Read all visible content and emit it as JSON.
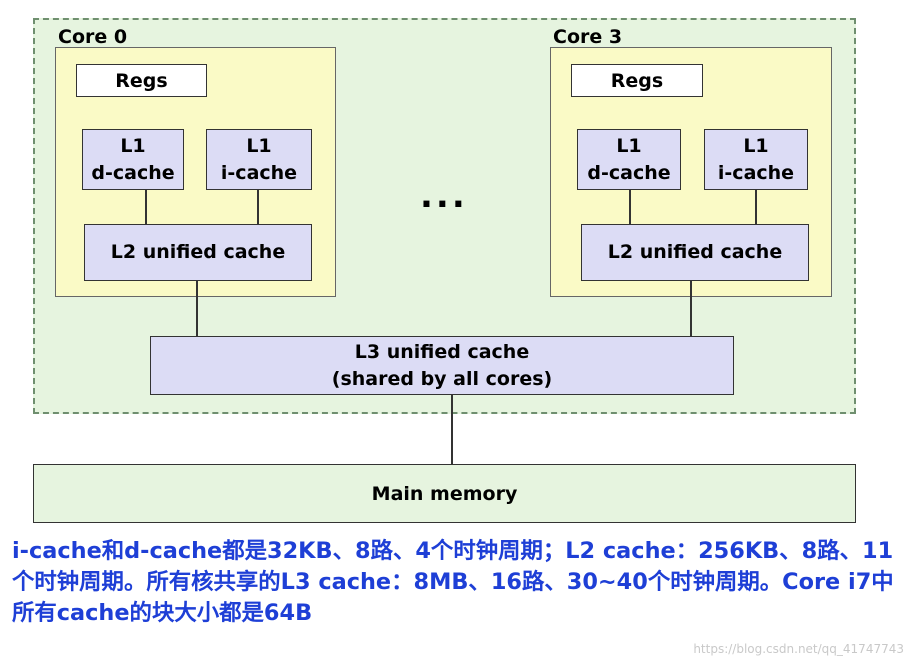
{
  "diagram": {
    "cores": [
      {
        "title": "Core 0",
        "regs": "Regs",
        "l1d_line1": "L1",
        "l1d_line2": "d-cache",
        "l1i_line1": "L1",
        "l1i_line2": "i-cache",
        "l2": "L2 unified cache"
      },
      {
        "title": "Core 3",
        "regs": "Regs",
        "l1d_line1": "L1",
        "l1d_line2": "d-cache",
        "l1i_line1": "L1",
        "l1i_line2": "i-cache",
        "l2": "L2 unified cache"
      }
    ],
    "ellipsis": "...",
    "l3_line1": "L3 unified cache",
    "l3_line2": "(shared by all cores)",
    "main_memory": "Main memory"
  },
  "note": {
    "text": "i-cache和d-cache都是32KB、8路、4个时钟周期；L2 cache：256KB、8路、11个时钟周期。所有核共享的L3 cache：8MB、16路、30~40个时钟周期。Core i7中所有cache的块大小都是64B"
  },
  "watermark": "https://blog.csdn.net/qq_41747743",
  "colors": {
    "package_bg": "#e6f4df",
    "core_bg": "#fafac6",
    "cache_bg": "#dcdcf5",
    "note_text": "#1e3fd6"
  }
}
